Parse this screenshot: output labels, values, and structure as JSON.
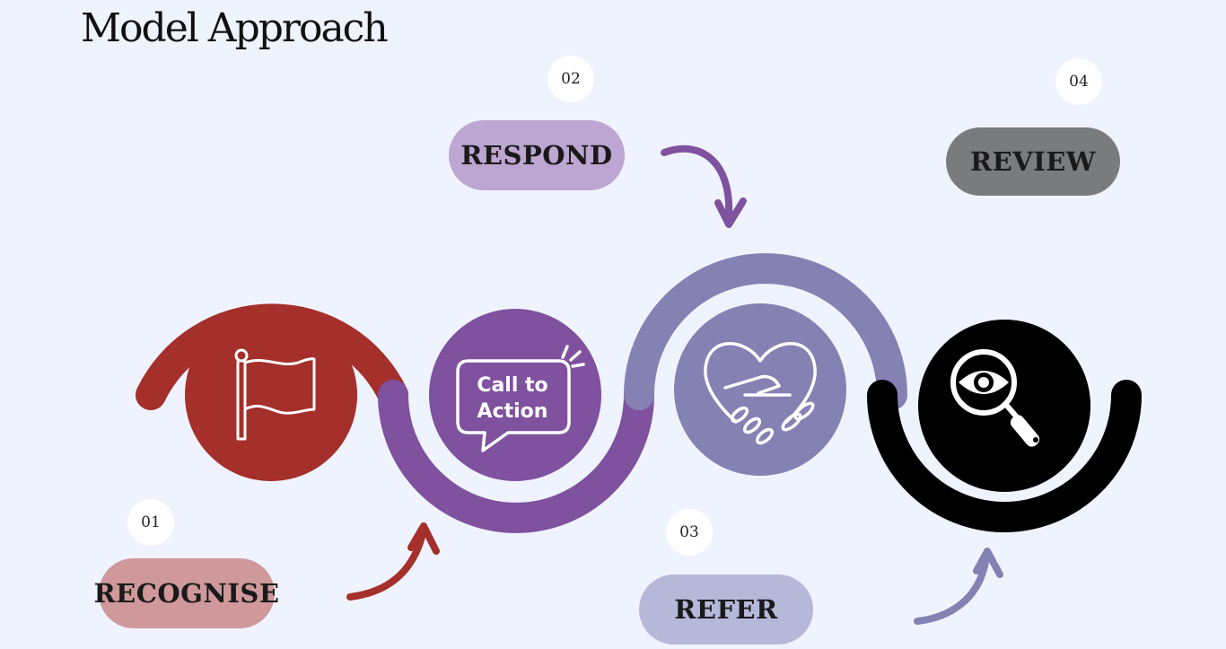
{
  "title": "Model Approach",
  "steps": [
    {
      "number": "01",
      "label": "RECOGNISE",
      "icon": "flag-icon",
      "color": "#a52f2b",
      "pill_color": "#cf989a"
    },
    {
      "number": "02",
      "label": "RESPOND",
      "icon": "call-to-action-icon",
      "color": "#7f519f",
      "pill_color": "#bda6d2"
    },
    {
      "number": "03",
      "label": "REFER",
      "icon": "handshake-heart-icon",
      "color": "#8681b3",
      "pill_color": "#b6b8da"
    },
    {
      "number": "04",
      "label": "REVIEW",
      "icon": "eye-magnifier-icon",
      "color": "#000000",
      "pill_color": "#7a7b7d"
    }
  ],
  "icon_text": {
    "line1": "Call to",
    "line2": "Action"
  }
}
